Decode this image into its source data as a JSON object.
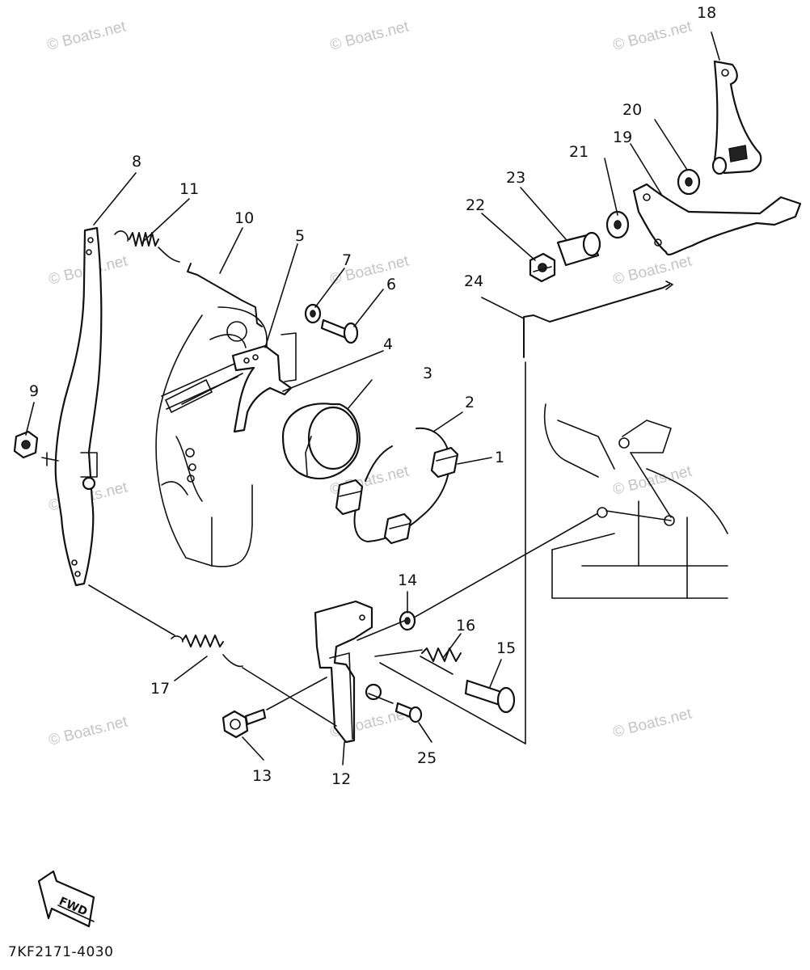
{
  "watermark": "© Boats.net",
  "diagram_code": "7KF2171-4030",
  "direction_label": "FWD",
  "callouts": [
    "1",
    "2",
    "3",
    "4",
    "5",
    "6",
    "7",
    "8",
    "9",
    "10",
    "11",
    "12",
    "13",
    "14",
    "15",
    "16",
    "17",
    "18",
    "19",
    "20",
    "21",
    "22",
    "23",
    "24",
    "25"
  ]
}
